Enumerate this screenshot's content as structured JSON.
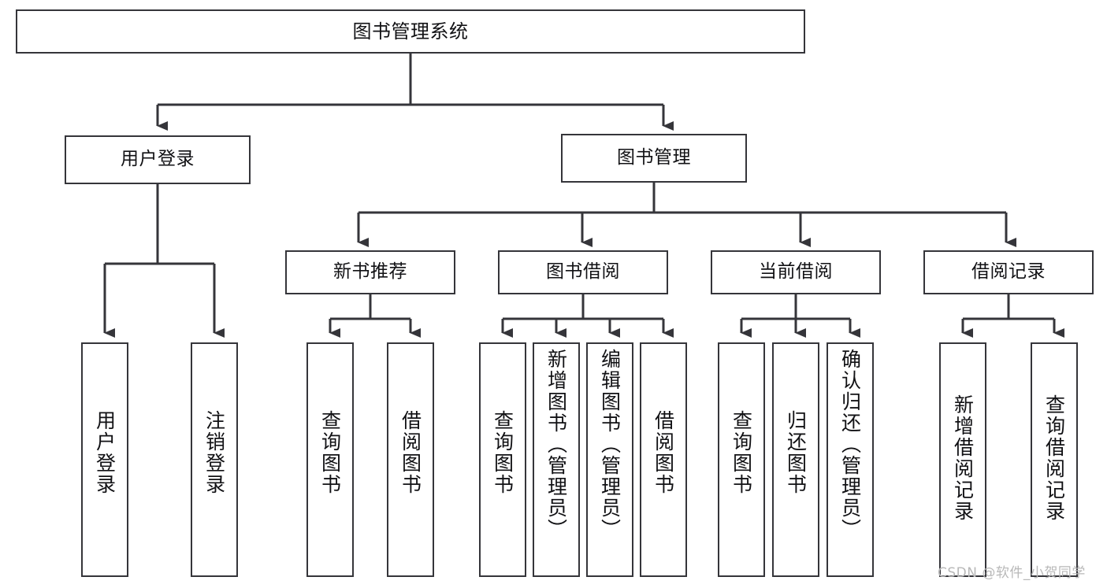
{
  "diagram": {
    "title": "图书管理系统",
    "type": "tree",
    "background": "#ffffff",
    "line_color": "#35353a",
    "text_color": "#111114",
    "nodes": {
      "root": {
        "label": "图书管理系统"
      },
      "level2": [
        {
          "id": "user-login",
          "label": "用户登录"
        },
        {
          "id": "book-manage",
          "label": "图书管理"
        }
      ],
      "level3": [
        {
          "id": "new-book-recommend",
          "label": "新书推荐"
        },
        {
          "id": "book-borrow",
          "label": "图书借阅"
        },
        {
          "id": "current-borrow",
          "label": "当前借阅"
        },
        {
          "id": "borrow-record",
          "label": "借阅记录"
        }
      ],
      "leaves": {
        "user_login": [
          {
            "id": "leaf-user-login",
            "label": "用户登录"
          },
          {
            "id": "leaf-logout-login",
            "label": "注销登录"
          }
        ],
        "new_book_recommend": [
          {
            "id": "leaf-query-book-1",
            "label": "查询图书"
          },
          {
            "id": "leaf-borrow-book-1",
            "label": "借阅图书"
          }
        ],
        "book_borrow": [
          {
            "id": "leaf-query-book-2",
            "label": "查询图书"
          },
          {
            "id": "leaf-add-book",
            "label": "新增图书（管理员）"
          },
          {
            "id": "leaf-edit-book",
            "label": "编辑图书（管理员）"
          },
          {
            "id": "leaf-borrow-book-2",
            "label": "借阅图书"
          }
        ],
        "current_borrow": [
          {
            "id": "leaf-query-book-3",
            "label": "查询图书"
          },
          {
            "id": "leaf-return-book",
            "label": "归还图书"
          },
          {
            "id": "leaf-confirm-return",
            "label": "确认归还（管理员）"
          }
        ],
        "borrow_record": [
          {
            "id": "leaf-add-record",
            "label": "新增借阅记录"
          },
          {
            "id": "leaf-query-record",
            "label": "查询借阅记录"
          }
        ]
      }
    }
  },
  "watermark": {
    "text": "CSDN @软件_小贺同学"
  }
}
